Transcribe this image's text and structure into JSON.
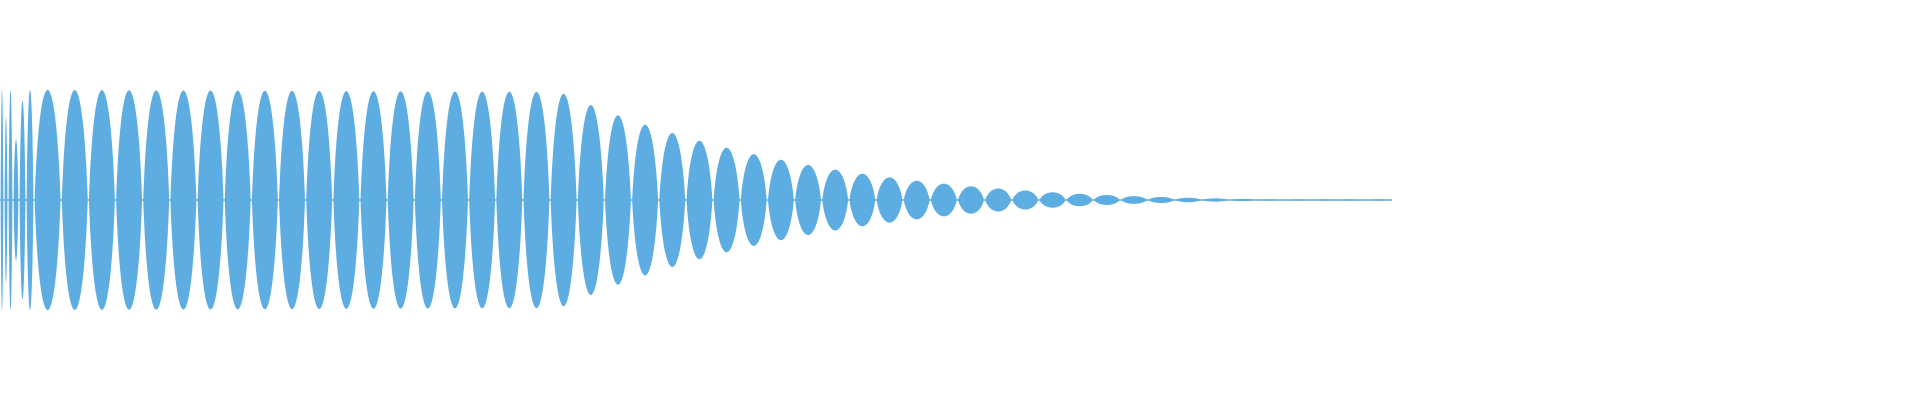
{
  "waveform": {
    "color": "#5dade2",
    "background": "#ffffff",
    "envelope": {
      "sustain_level": 0.97,
      "sustain_until_fraction": 0.4,
      "decay_until_fraction": 1.0,
      "end_of_signal_fraction": 0.725
    },
    "cycles_visible": 56
  }
}
